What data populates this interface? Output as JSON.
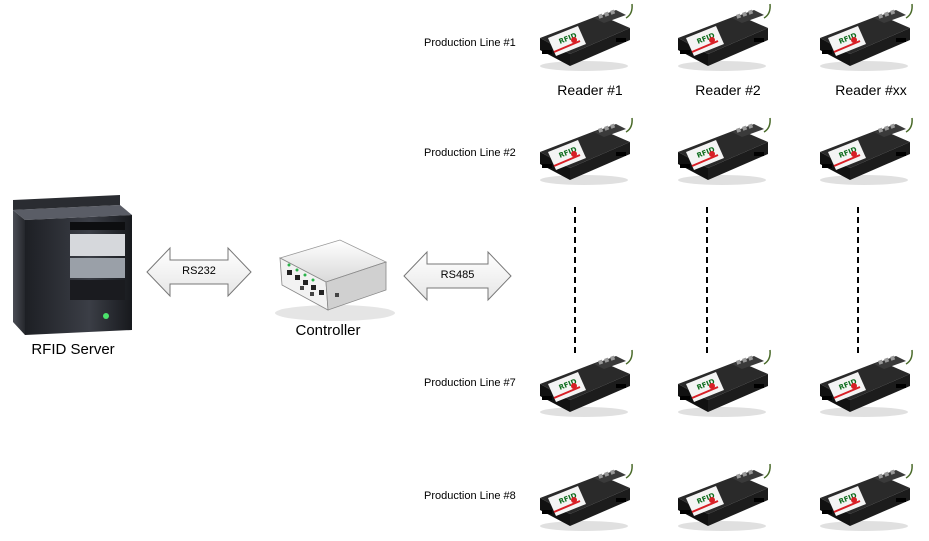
{
  "server": {
    "label": "RFID Server"
  },
  "controller": {
    "label": "Controller"
  },
  "links": {
    "server_controller": "RS232",
    "controller_readers": "RS485"
  },
  "production_lines": [
    {
      "label": "Production Line #1"
    },
    {
      "label": "Production Line #2"
    },
    {
      "label": "Production Line #7"
    },
    {
      "label": "Production Line #8"
    }
  ],
  "reader_columns": [
    {
      "label": "Reader #1"
    },
    {
      "label": "Reader #2"
    },
    {
      "label": "Reader #xx"
    }
  ],
  "reader_device": {
    "brand_text": "RFID"
  },
  "colors": {
    "reader_body": "#1a1a1a",
    "reader_label_red": "#d81f26",
    "arrow_fill": "#f2f2f2",
    "server_body": "#2b2d33",
    "controller_body": "#e8e8e8"
  }
}
